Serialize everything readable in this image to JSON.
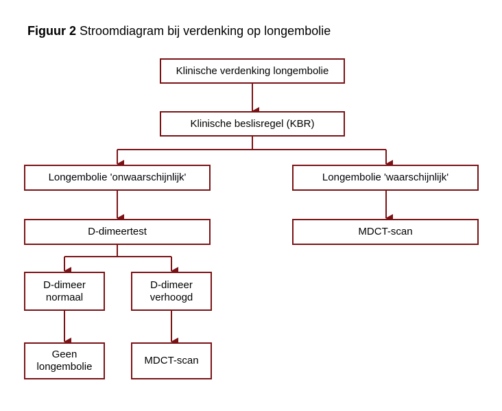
{
  "figure": {
    "label": "Figuur 2",
    "title": "Stroomdiagram bij verdenking op longembolie"
  },
  "colors": {
    "accent": "#7a1215"
  },
  "nodes": {
    "klinische_verdenking": "Klinische verdenking longembolie",
    "kbr": "Klinische beslisregel (KBR)",
    "onwaarschijnlijk": "Longembolie 'onwaarschijnlijk'",
    "waarschijnlijk": "Longembolie 'waarschijnlijk'",
    "ddimeertest": "D-dimeertest",
    "mdct_rechts": "MDCT-scan",
    "ddimeer_normaal": "D-dimeer\nnormaal",
    "ddimeer_verhoogd": "D-dimeer\nverhoogd",
    "geen_longembolie": "Geen\nlongembolie",
    "mdct_links": "MDCT-scan"
  }
}
